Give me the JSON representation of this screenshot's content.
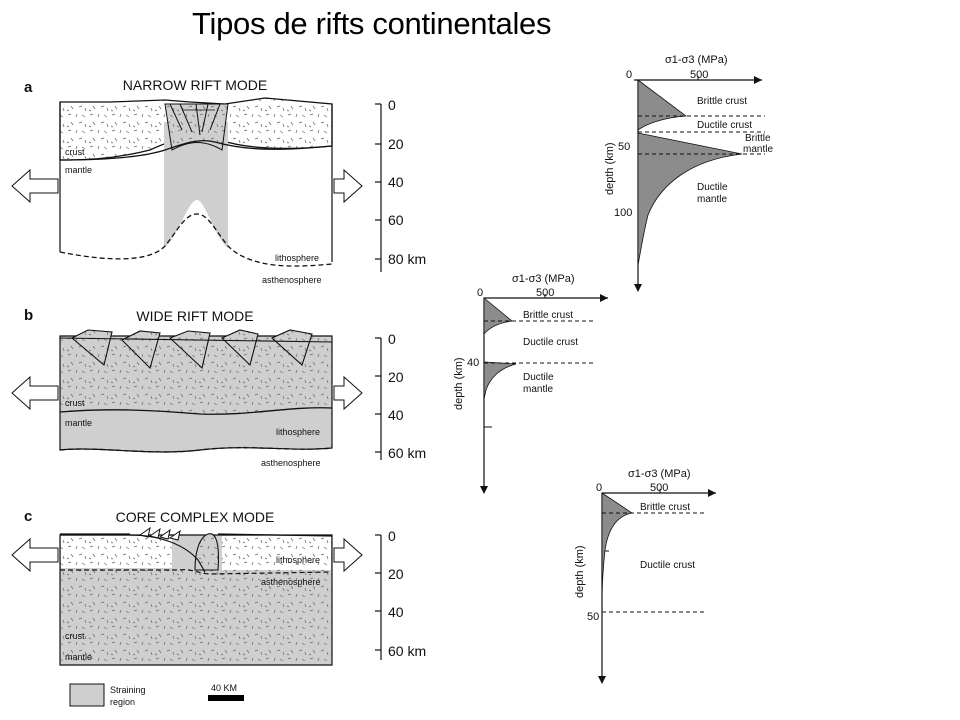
{
  "title": "Tipos de rifts continentales",
  "colors": {
    "straining": "#cfcfcf",
    "stress_fill": "#8c8c8c",
    "ink": "#111111"
  },
  "panels": {
    "a": {
      "letter": "a",
      "mode": "NARROW RIFT MODE",
      "labels": {
        "crust": "crust",
        "mantle": "mantle",
        "lithosphere": "lithosphere",
        "asthenosphere": "asthenosphere"
      },
      "depth_ticks": [
        "0",
        "20",
        "40",
        "60",
        "80 km"
      ]
    },
    "b": {
      "letter": "b",
      "mode": "WIDE RIFT MODE",
      "labels": {
        "crust": "crust",
        "mantle": "mantle",
        "lithosphere": "lithosphere",
        "asthenosphere": "asthenosphere"
      },
      "depth_ticks": [
        "0",
        "20",
        "40",
        "60 km"
      ]
    },
    "c": {
      "letter": "c",
      "mode": "CORE COMPLEX MODE",
      "labels": {
        "crust": "crust",
        "mantle": "mantle",
        "lithosphere": "lithosphere",
        "asthenosphere": "asthenosphere"
      },
      "depth_ticks": [
        "0",
        "20",
        "40",
        "60 km"
      ]
    }
  },
  "legend": {
    "straining_line1": "Straining",
    "straining_line2": "region",
    "scale": "40 KM"
  },
  "stress_profiles": [
    {
      "id": "narrow",
      "x_axis_label": "σ1-σ3 (MPa)",
      "x_ticks": [
        "0",
        "500"
      ],
      "y_axis_label": "depth (km)",
      "y_ticks": [
        "50",
        "100"
      ],
      "zones": [
        "Brittle crust",
        "Ductile crust",
        "Brittle mantle",
        "Ductile mantle"
      ],
      "brittle_mantle": [
        "Brittle",
        "mantle"
      ],
      "ductile_mantle": [
        "Ductile",
        "mantle"
      ]
    },
    {
      "id": "wide",
      "x_axis_label": "σ1-σ3 (MPa)",
      "x_ticks": [
        "0",
        "500"
      ],
      "y_axis_label": "depth (km)",
      "y_ticks": [
        "40"
      ],
      "zones": [
        "Brittle crust",
        "Ductile crust",
        "Ductile mantle"
      ],
      "ductile_mantle": [
        "Ductile",
        "mantle"
      ]
    },
    {
      "id": "core",
      "x_axis_label": "σ1-σ3 (MPa)",
      "x_ticks": [
        "0",
        "500"
      ],
      "y_axis_label": "depth (km)",
      "y_ticks": [
        "50"
      ],
      "zones": [
        "Brittle crust",
        "Ductile crust"
      ]
    }
  ]
}
